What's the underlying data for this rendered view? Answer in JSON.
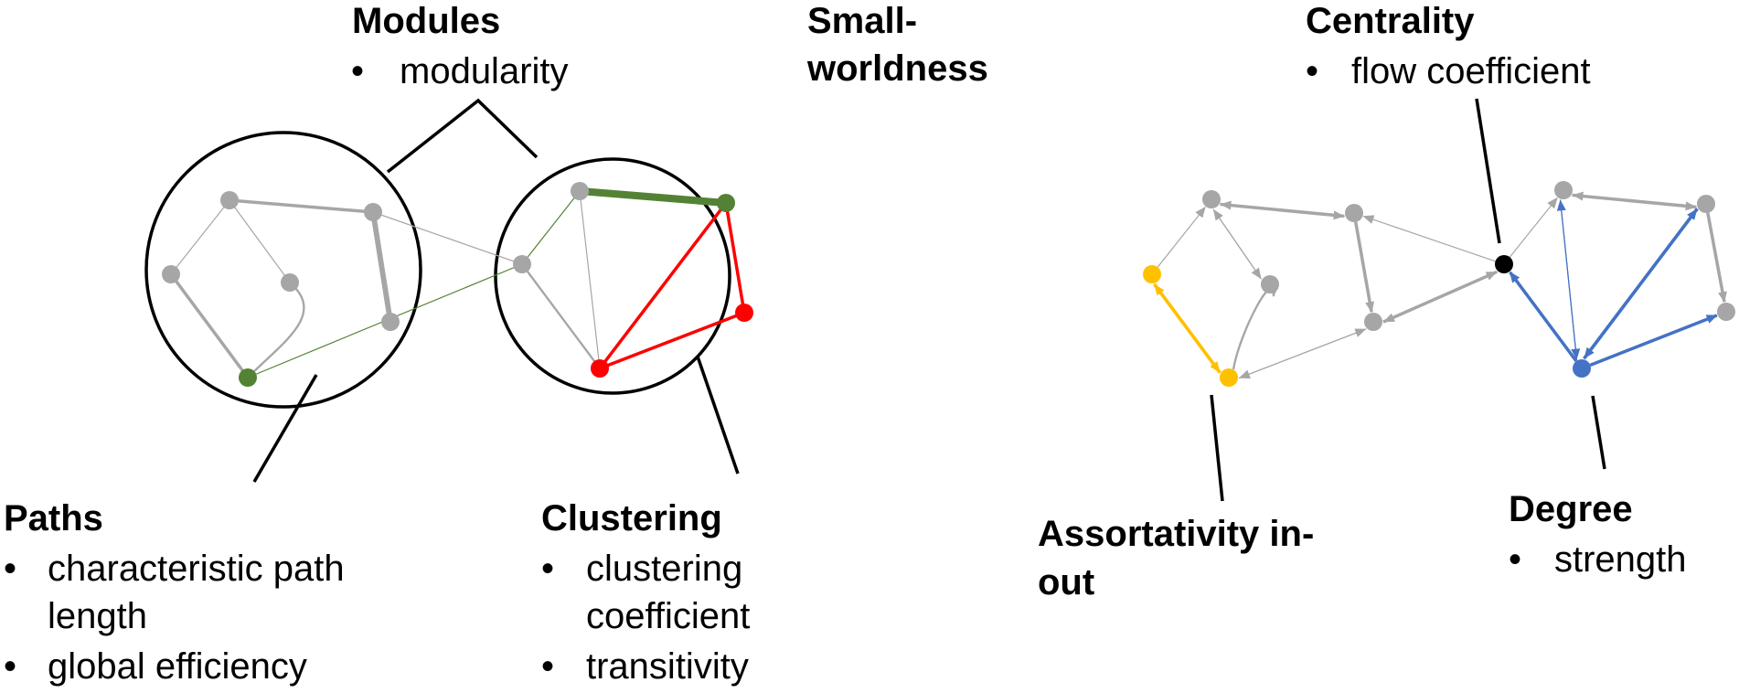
{
  "colors": {
    "edge_gray": "#a6a6a6",
    "node_gray": "#a6a6a6",
    "path_green": "#548235",
    "cluster_red": "#ff0000",
    "assortativity_yellow": "#ffc000",
    "degree_blue": "#4472c4",
    "centrality_black": "#000000",
    "text": "#000000"
  },
  "labels": {
    "modules": {
      "title": "Modules",
      "items": [
        "modularity"
      ]
    },
    "small_worldness": {
      "title_lines": [
        "Small-",
        "worldness"
      ]
    },
    "centrality": {
      "title": "Centrality",
      "items": [
        "flow coefficient"
      ]
    },
    "paths": {
      "title": "Paths",
      "items": [
        [
          "characteristic path",
          "length"
        ],
        [
          "global efficiency"
        ]
      ]
    },
    "clustering": {
      "title": "Clustering",
      "items": [
        [
          "clustering",
          "coefficient"
        ],
        [
          "transitivity"
        ]
      ]
    },
    "assortativity": {
      "title_lines": [
        "Assortativity in-",
        "out"
      ]
    },
    "degree": {
      "title": "Degree",
      "items": [
        "strength"
      ]
    }
  },
  "icons": {
    "bullet": "bullet-dot-icon",
    "arrow": "arrowhead-icon"
  },
  "networks": {
    "undirected": {
      "module_count": 2,
      "nodes": [
        {
          "id": "u1",
          "role": "plain"
        },
        {
          "id": "u2",
          "role": "plain"
        },
        {
          "id": "u3",
          "role": "plain"
        },
        {
          "id": "u4",
          "role": "plain"
        },
        {
          "id": "u5",
          "role": "plain"
        },
        {
          "id": "u6",
          "role": "path-end"
        },
        {
          "id": "u7",
          "role": "hub"
        },
        {
          "id": "u8",
          "role": "plain"
        },
        {
          "id": "u9",
          "role": "path-end"
        },
        {
          "id": "u10",
          "role": "cluster"
        },
        {
          "id": "u11",
          "role": "cluster"
        }
      ],
      "edges": [
        {
          "from": "u1",
          "to": "u2",
          "weight": 3,
          "role": "plain"
        },
        {
          "from": "u1",
          "to": "u3",
          "weight": 1,
          "role": "plain"
        },
        {
          "from": "u1",
          "to": "u4",
          "weight": 1,
          "role": "plain"
        },
        {
          "from": "u2",
          "to": "u5",
          "weight": 5,
          "role": "plain"
        },
        {
          "from": "u3",
          "to": "u6",
          "weight": 3,
          "role": "plain"
        },
        {
          "from": "u4",
          "to": "u6",
          "weight": 2,
          "role": "plain",
          "curved": true
        },
        {
          "from": "u2",
          "to": "u7",
          "weight": 1,
          "role": "plain"
        },
        {
          "from": "u6",
          "to": "u7",
          "weight": 1,
          "role": "path"
        },
        {
          "from": "u7",
          "to": "u8",
          "weight": 1,
          "role": "path"
        },
        {
          "from": "u8",
          "to": "u9",
          "weight": 7,
          "role": "path"
        },
        {
          "from": "u7",
          "to": "u11",
          "weight": 2,
          "role": "plain"
        },
        {
          "from": "u8",
          "to": "u11",
          "weight": 1,
          "role": "plain"
        },
        {
          "from": "u9",
          "to": "u10",
          "weight": 3,
          "role": "cluster"
        },
        {
          "from": "u10",
          "to": "u11",
          "weight": 3,
          "role": "cluster"
        },
        {
          "from": "u11",
          "to": "u9",
          "weight": 3,
          "role": "cluster"
        }
      ]
    },
    "directed": {
      "nodes": [
        {
          "id": "d1",
          "role": "plain"
        },
        {
          "id": "d2",
          "role": "plain"
        },
        {
          "id": "d3",
          "role": "assortative"
        },
        {
          "id": "d4",
          "role": "plain"
        },
        {
          "id": "d5",
          "role": "assortative"
        },
        {
          "id": "d6",
          "role": "plain"
        },
        {
          "id": "d7",
          "role": "central"
        },
        {
          "id": "d8",
          "role": "plain"
        },
        {
          "id": "d9",
          "role": "plain"
        },
        {
          "id": "d10",
          "role": "plain"
        },
        {
          "id": "d11",
          "role": "high-degree"
        }
      ],
      "edges": [
        {
          "from": "d1",
          "to": "d2",
          "weight": 3,
          "role": "plain",
          "pair": 1
        },
        {
          "from": "d2",
          "to": "d1",
          "weight": 2,
          "role": "plain",
          "pair": -1
        },
        {
          "from": "d3",
          "to": "d1",
          "weight": 1,
          "role": "plain"
        },
        {
          "from": "d1",
          "to": "d4",
          "weight": 1,
          "role": "plain",
          "pair": 1
        },
        {
          "from": "d4",
          "to": "d1",
          "weight": 1,
          "role": "plain",
          "pair": -1
        },
        {
          "from": "d3",
          "to": "d5",
          "weight": 3,
          "role": "assortative",
          "pair": 1
        },
        {
          "from": "d5",
          "to": "d3",
          "weight": 3,
          "role": "assortative",
          "pair": -1
        },
        {
          "from": "d5",
          "to": "d4",
          "weight": 2,
          "role": "plain",
          "curved": true
        },
        {
          "from": "d2",
          "to": "d6",
          "weight": 3,
          "role": "plain"
        },
        {
          "from": "d7",
          "to": "d2",
          "weight": 1,
          "role": "plain"
        },
        {
          "from": "d6",
          "to": "d7",
          "weight": 3,
          "role": "plain",
          "pair": 1
        },
        {
          "from": "d7",
          "to": "d6",
          "weight": 2,
          "role": "plain",
          "pair": -1
        },
        {
          "from": "d5",
          "to": "d6",
          "weight": 1,
          "role": "plain",
          "pair": 1
        },
        {
          "from": "d6",
          "to": "d5",
          "weight": 1,
          "role": "plain",
          "pair": -1
        },
        {
          "from": "d7",
          "to": "d8",
          "weight": 1,
          "role": "plain"
        },
        {
          "from": "d8",
          "to": "d9",
          "weight": 3,
          "role": "plain",
          "pair": 1
        },
        {
          "from": "d9",
          "to": "d8",
          "weight": 2,
          "role": "plain",
          "pair": -1
        },
        {
          "from": "d9",
          "to": "d10",
          "weight": 3,
          "role": "plain"
        },
        {
          "from": "d11",
          "to": "d7",
          "weight": 3,
          "role": "degree"
        },
        {
          "from": "d8",
          "to": "d11",
          "weight": 1,
          "role": "degree",
          "pair": 1
        },
        {
          "from": "d11",
          "to": "d8",
          "weight": 1,
          "role": "degree",
          "pair": -1
        },
        {
          "from": "d9",
          "to": "d11",
          "weight": 3,
          "role": "degree",
          "pair": 1
        },
        {
          "from": "d11",
          "to": "d9",
          "weight": 3,
          "role": "degree",
          "pair": -1
        },
        {
          "from": "d11",
          "to": "d10",
          "weight": 3,
          "role": "degree"
        }
      ]
    }
  }
}
